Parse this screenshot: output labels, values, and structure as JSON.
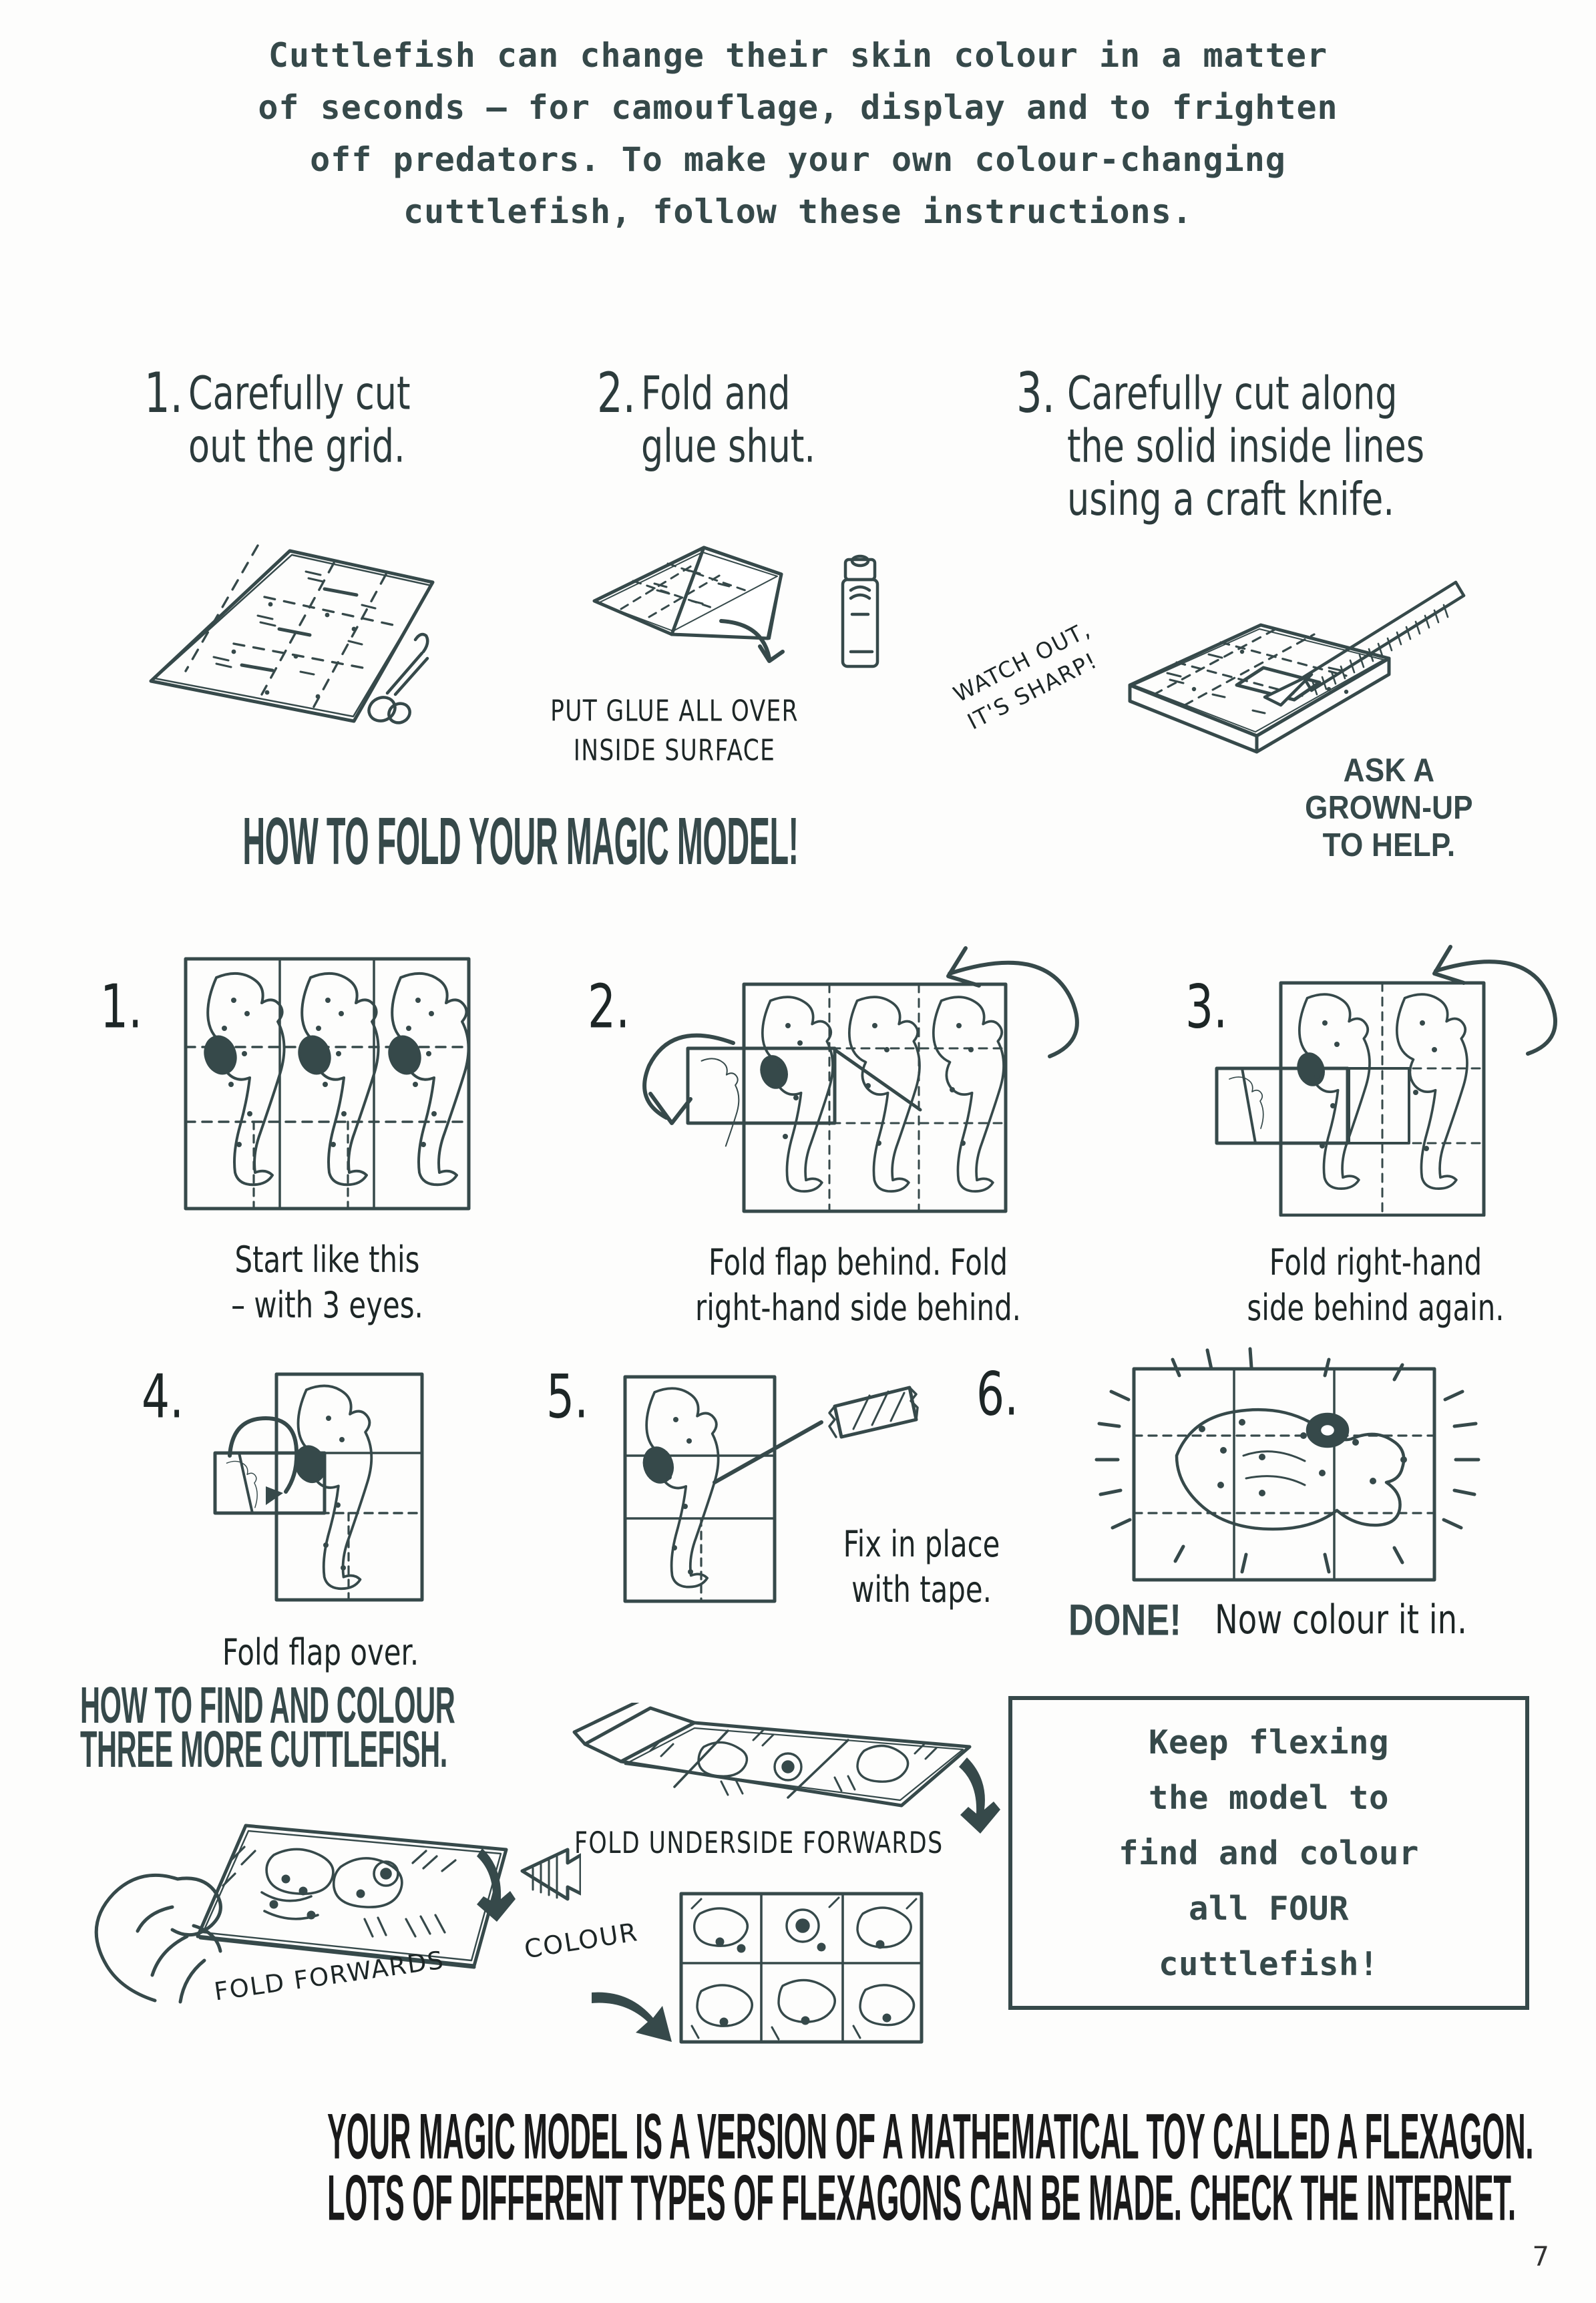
{
  "page": {
    "number": "7",
    "ink_color": "#36494a",
    "paper_color": "#fdfdfc"
  },
  "intro": {
    "line1": "Cuttlefish can change their skin colour in a matter",
    "line2": "of seconds — for camouflage, display and to frighten",
    "line3": "off predators. To make your own colour-changing",
    "line4": "cuttlefish, follow these instructions."
  },
  "cut_steps": [
    {
      "number": "1.",
      "text": "Carefully cut\nout the grid."
    },
    {
      "number": "2.",
      "text": "Fold and\nglue shut."
    },
    {
      "number": "3.",
      "text": "Carefully cut along\nthe solid inside lines\nusing a craft knife."
    }
  ],
  "annotations": {
    "put_glue": "PUT GLUE ALL OVER\nINSIDE SURFACE",
    "watch_out": "WATCH OUT,\nIT'S SHARP!",
    "ask_grownup": "ASK A\nGROWN-UP\nTO HELP.",
    "fold_forwards": "FOLD FORWARDS",
    "colour": "COLOUR",
    "fold_underside_forwards": "FOLD UNDERSIDE FORWARDS"
  },
  "magic_heading": "HOW TO FOLD YOUR MAGIC MODEL!",
  "fold_steps": [
    {
      "number": "1.",
      "caption": "Start like this\n– with 3 eyes."
    },
    {
      "number": "2.",
      "caption": "Fold flap behind. Fold\nright-hand side behind."
    },
    {
      "number": "3.",
      "caption": "Fold right-hand\nside behind again."
    },
    {
      "number": "4.",
      "caption": "Fold flap over."
    },
    {
      "number": "5.",
      "caption": "Fix in place\nwith tape."
    },
    {
      "number": "6.",
      "caption": ""
    }
  ],
  "done": {
    "emphasis": "DONE!",
    "rest": "Now colour it in."
  },
  "find_colour_heading": {
    "line1": "HOW TO FIND AND COLOUR",
    "line2": "THREE MORE CUTTLEFISH."
  },
  "keep_flexing_box": {
    "line1": "Keep flexing",
    "line2": "the model to",
    "line3": "find and colour",
    "line4": "all FOUR",
    "line5": "cuttlefish!"
  },
  "footer": {
    "line1": "YOUR MAGIC MODEL IS A VERSION OF A MATHEMATICAL TOY CALLED A FLEXAGON.",
    "line2": "LOTS OF DIFFERENT TYPES OF FLEXAGONS CAN BE MADE. CHECK THE INTERNET."
  },
  "icons": {
    "grid_sheet": "grid-sheet-icon",
    "scissors": "scissors-icon",
    "glue_stick": "glue-stick-icon",
    "craft_knife": "craft-knife-icon",
    "tape": "tape-icon",
    "hand": "hand-icon",
    "arrow": "arrow-icon",
    "cuttlefish": "cuttlefish-icon"
  }
}
